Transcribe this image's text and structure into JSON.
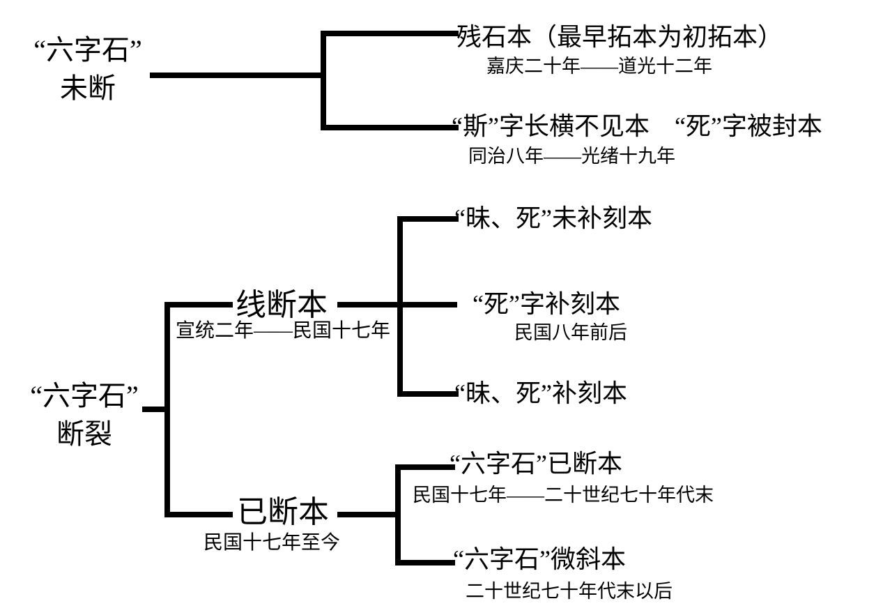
{
  "colors": {
    "background": "#ffffff",
    "line": "#000000",
    "text": "#000000"
  },
  "tree_unbroken": {
    "root": {
      "quote_line": "“六字石”",
      "state_line": "未断"
    },
    "branches": [
      {
        "title": "残石本（最早拓本为初拓本）",
        "period": "嘉庆二十年——道光十二年"
      },
      {
        "title": "“斯”字长横不见本　“死”字被封本",
        "period": "同治八年——光绪十九年"
      }
    ]
  },
  "tree_broken": {
    "root": {
      "quote_line": "“六字石”",
      "state_line": "断裂"
    },
    "branches": [
      {
        "title": "线断本",
        "period": "宣统二年——民国十七年",
        "sub_branches": [
          {
            "title": "“昧、死”未补刻本",
            "period": ""
          },
          {
            "title": "“死”字补刻本",
            "period": "民国八年前后"
          },
          {
            "title": "“昧、死”补刻本",
            "period": ""
          }
        ]
      },
      {
        "title": "已断本",
        "period": "民国十七年至今",
        "sub_branches": [
          {
            "title": "“六字石”已断本",
            "period": "民国十七年——二十世纪七十年代末"
          },
          {
            "title": "“六字石”微斜本",
            "period": "二十世纪七十年代末以后"
          }
        ]
      }
    ]
  }
}
